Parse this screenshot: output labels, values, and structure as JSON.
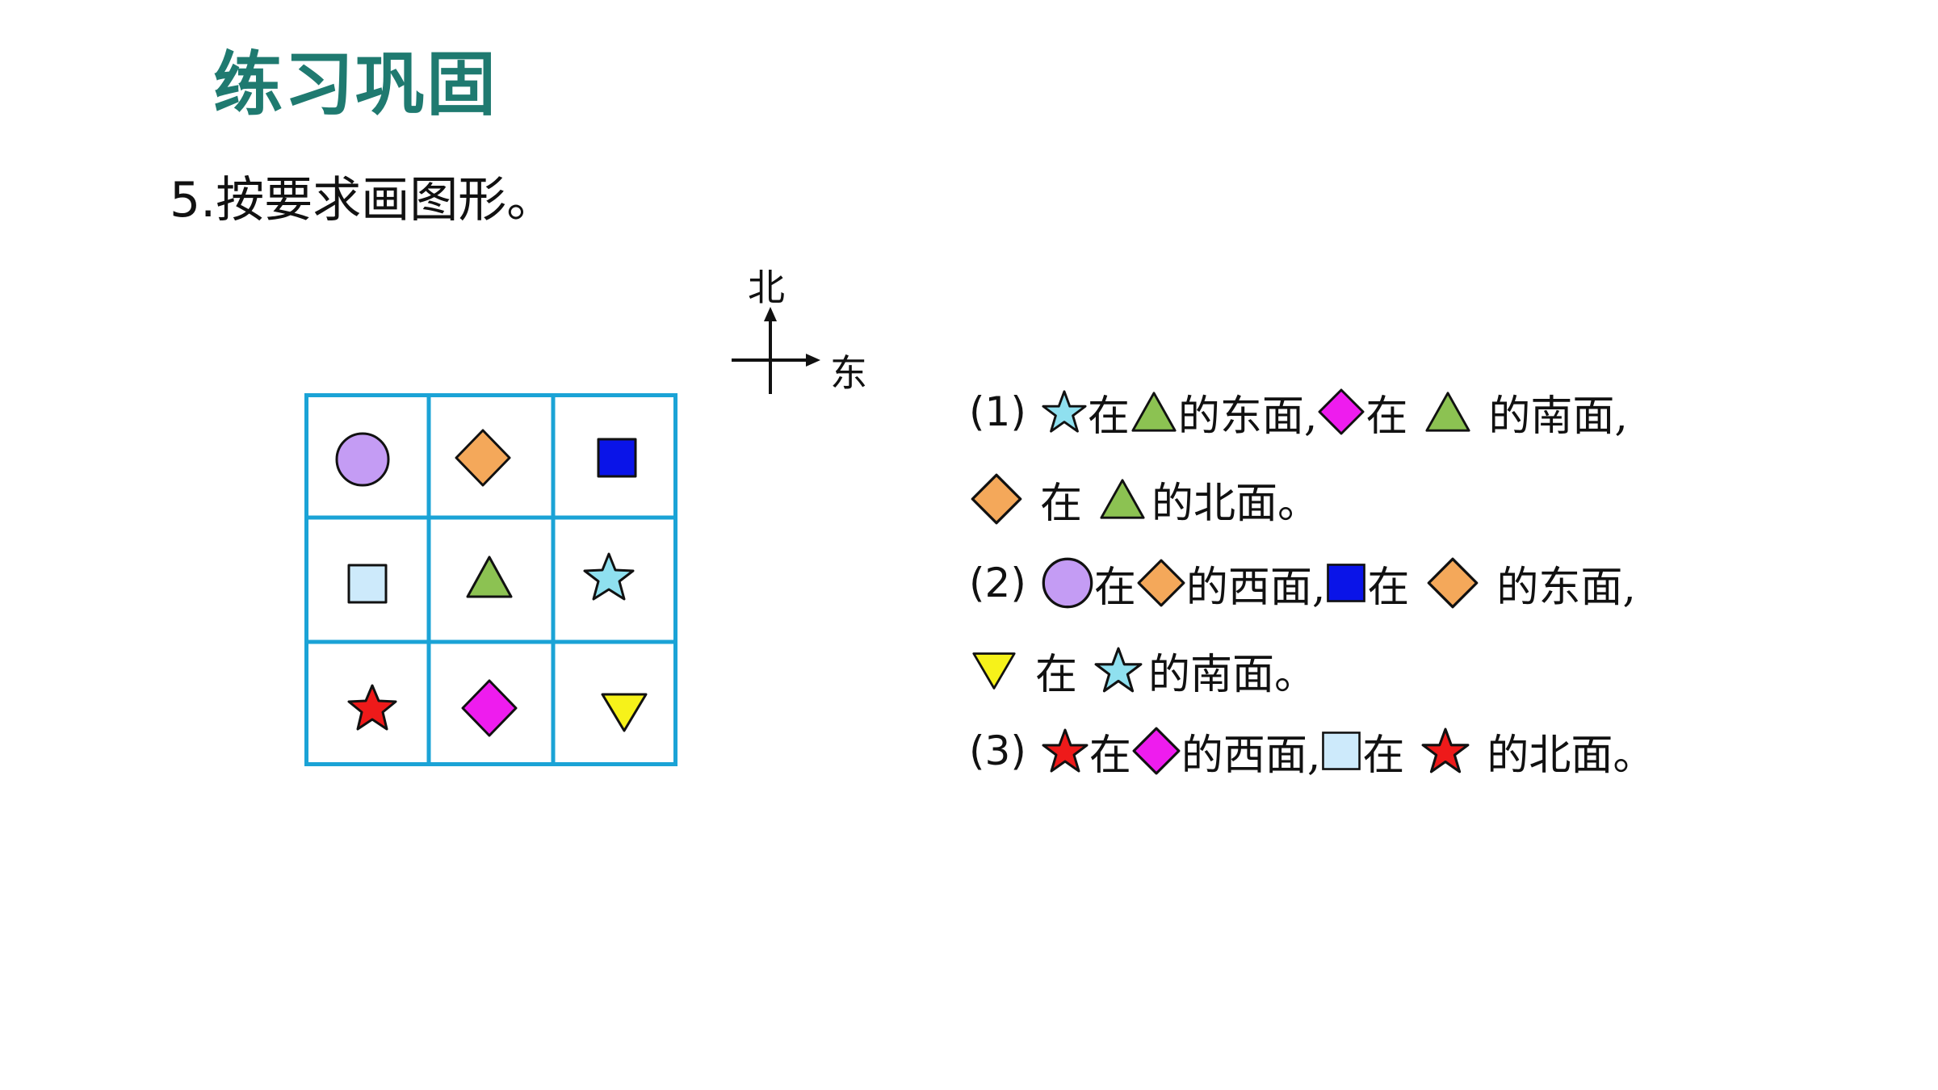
{
  "title": "练习巩固",
  "question": {
    "number": "5.",
    "text": "按要求画图形。"
  },
  "compass": {
    "north": "北",
    "east": "东"
  },
  "colors": {
    "title": "#1f7a70",
    "grid_line": "#1ba3d6",
    "purple_circle": "#c49cf4",
    "orange_diamond": "#f4a85a",
    "blue_square": "#0a14e8",
    "light_blue_square": "#cdeafb",
    "green_triangle": "#8cc252",
    "cyan_star": "#8fe0ef",
    "red_star": "#ee1a1a",
    "magenta_diamond": "#ee1cee",
    "yellow_triangle": "#f6f21a"
  },
  "grid": [
    [
      "purple-circle",
      "orange-diamond",
      "blue-square"
    ],
    [
      "light-blue-square",
      "green-triangle",
      "cyan-star"
    ],
    [
      "red-star",
      "magenta-diamond",
      "yellow-down-triangle"
    ]
  ],
  "statements": {
    "s1": {
      "label": "(1)",
      "l1_t1": "在",
      "l1_t2": "的东面,",
      "l1_t3": "在",
      "l1_t4": "的南面,",
      "l2_t1": "在",
      "l2_t2": "的北面。"
    },
    "s2": {
      "label": "(2)",
      "l1_t1": "在",
      "l1_t2": "的西面,",
      "l1_t3": "在",
      "l1_t4": "的东面,",
      "l2_t1": "在",
      "l2_t2": "的南面。"
    },
    "s3": {
      "label": "(3)",
      "l1_t1": "在",
      "l1_t2": "的西面,",
      "l1_t3": "在",
      "l1_t4": "的北面。"
    }
  }
}
